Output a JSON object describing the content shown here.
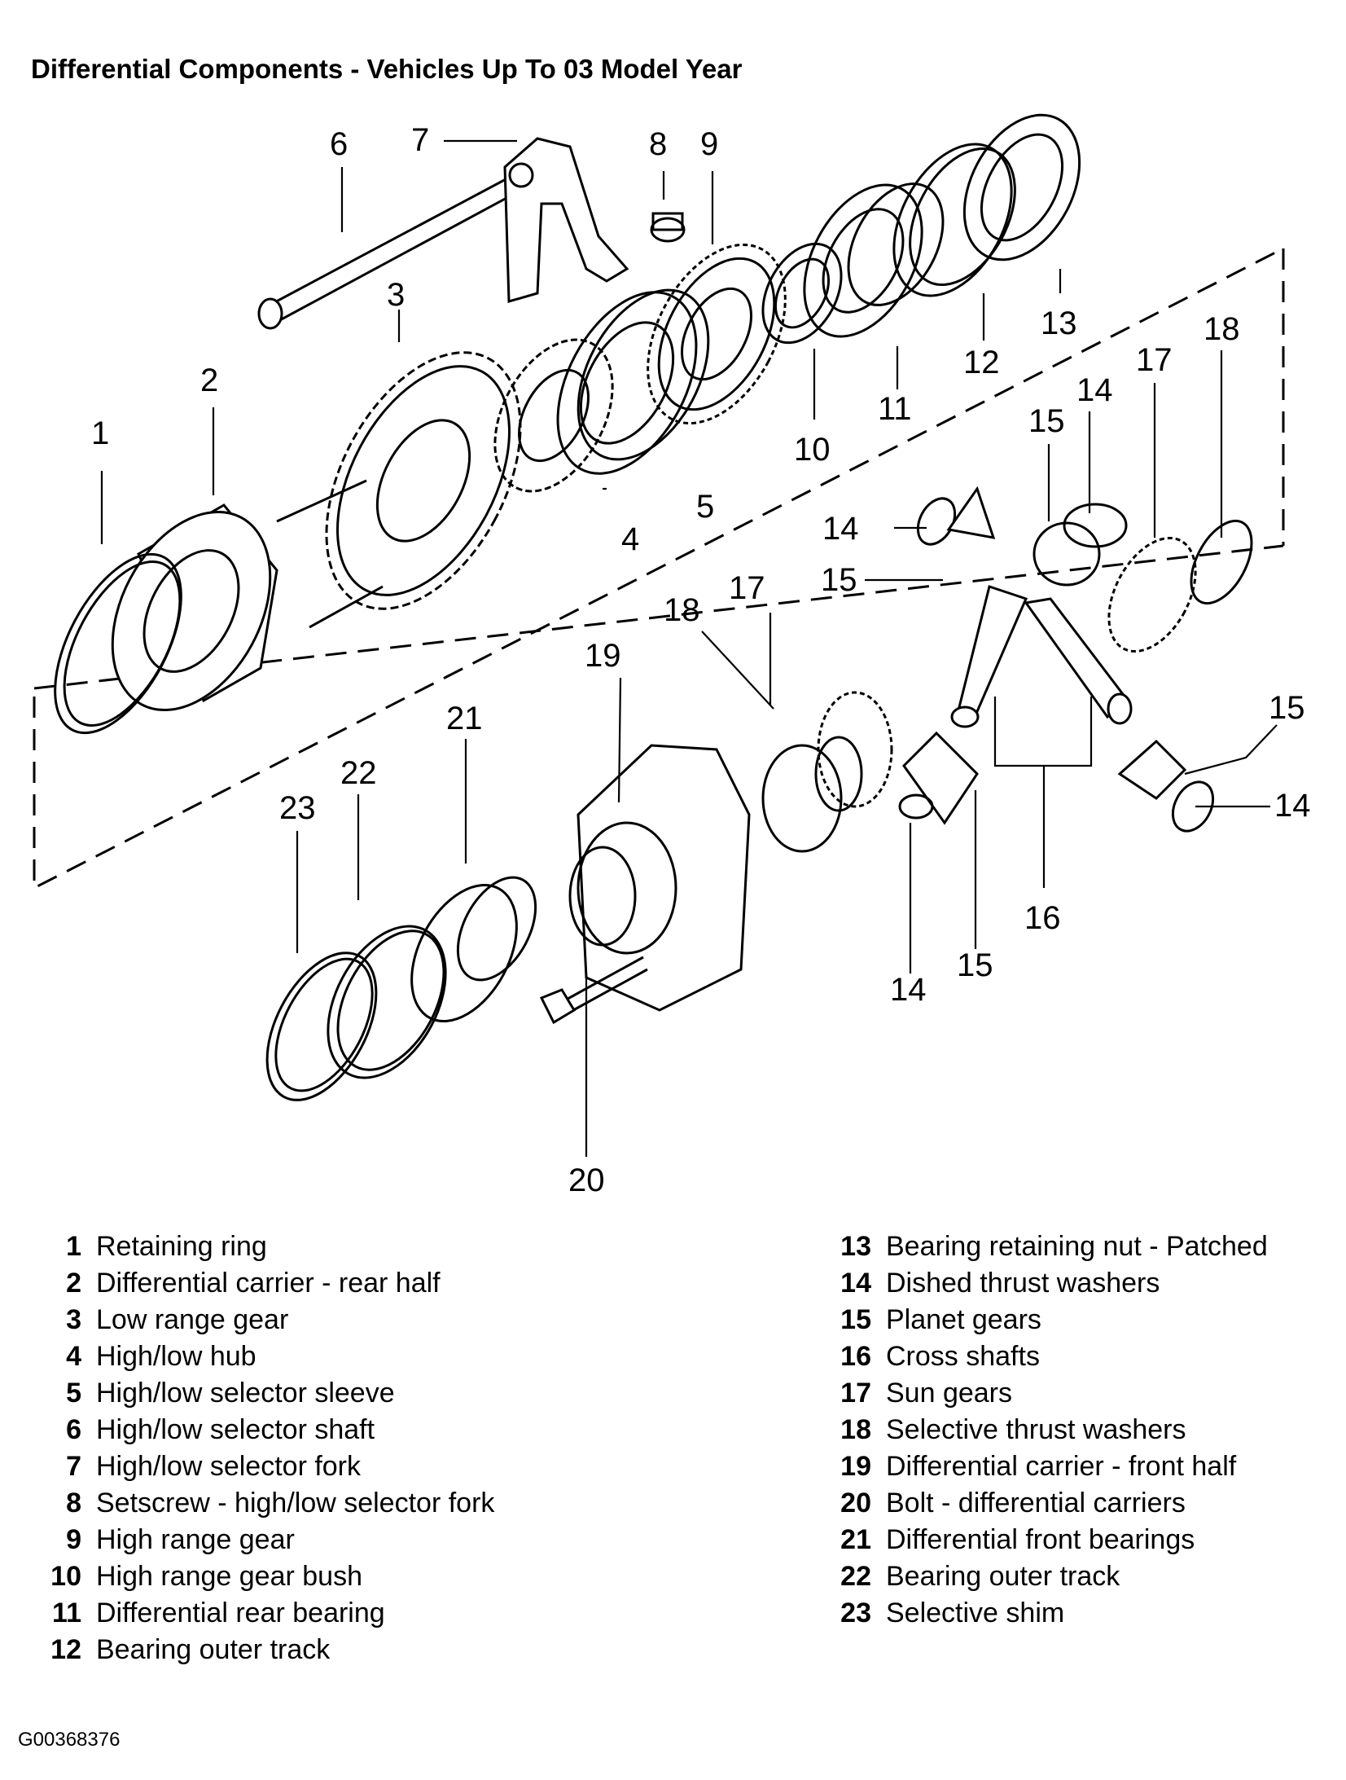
{
  "title": "Differential Components - Vehicles Up To 03 Model Year",
  "figure_id": "G00368376",
  "callouts": {
    "c1": "1",
    "c2": "2",
    "c3": "3",
    "c4": "4",
    "c5": "5",
    "c6": "6",
    "c7": "7",
    "c8": "8",
    "c9": "9",
    "c10": "10",
    "c11": "11",
    "c12": "12",
    "c13": "13",
    "c14a": "14",
    "c14b": "14",
    "c14c": "14",
    "c14d": "14",
    "c15a": "15",
    "c15b": "15",
    "c15c": "15",
    "c15d": "15",
    "c16": "16",
    "c17a": "17",
    "c17b": "17",
    "c18a": "18",
    "c18b": "18",
    "c19": "19",
    "c20": "20",
    "c21": "21",
    "c22": "22",
    "c23": "23"
  },
  "legend": {
    "left": [
      {
        "num": "1",
        "label": "Retaining ring"
      },
      {
        "num": "2",
        "label": "Differential carrier - rear half"
      },
      {
        "num": "3",
        "label": "Low range gear"
      },
      {
        "num": "4",
        "label": "High/low hub"
      },
      {
        "num": "5",
        "label": "High/low selector sleeve"
      },
      {
        "num": "6",
        "label": "High/low selector shaft"
      },
      {
        "num": "7",
        "label": "High/low selector fork"
      },
      {
        "num": "8",
        "label": "Setscrew - high/low selector fork"
      },
      {
        "num": "9",
        "label": "High range gear"
      },
      {
        "num": "10",
        "label": "High range gear bush"
      },
      {
        "num": "11",
        "label": "Differential rear bearing"
      },
      {
        "num": "12",
        "label": "Bearing outer track"
      }
    ],
    "right": [
      {
        "num": "13",
        "label": "Bearing retaining nut - Patched"
      },
      {
        "num": "14",
        "label": "Dished thrust washers"
      },
      {
        "num": "15",
        "label": "Planet gears"
      },
      {
        "num": "16",
        "label": "Cross shafts"
      },
      {
        "num": "17",
        "label": "Sun gears"
      },
      {
        "num": "18",
        "label": "Selective thrust washers"
      },
      {
        "num": "19",
        "label": "Differential carrier - front half"
      },
      {
        "num": "20",
        "label": "Bolt - differential carriers"
      },
      {
        "num": "21",
        "label": "Differential front bearings"
      },
      {
        "num": "22",
        "label": "Bearing outer track"
      },
      {
        "num": "23",
        "label": "Selective shim"
      }
    ]
  }
}
